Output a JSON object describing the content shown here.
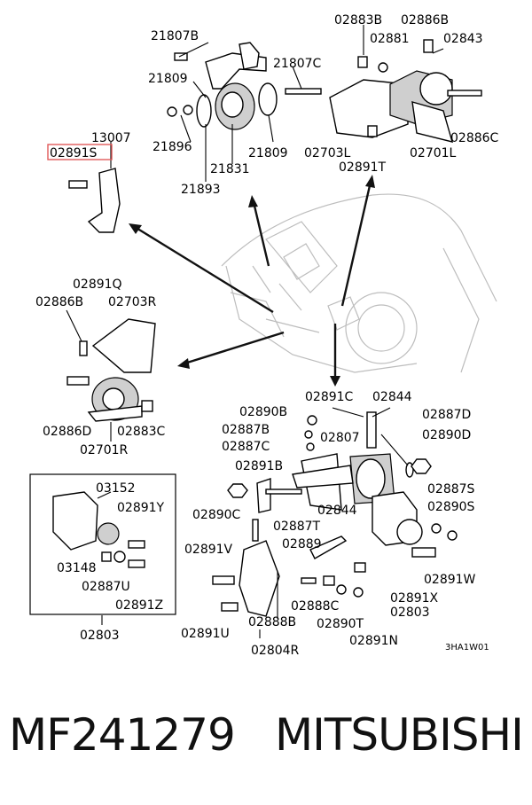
{
  "labels": {
    "l21807B": "21807B",
    "l21807C": "21807C",
    "l21809a": "21809",
    "l21809b": "21809",
    "l21896": "21896",
    "l21831": "21831",
    "l21893": "21893",
    "l13007": "13007",
    "l02891S": "02891S",
    "l02883B": "02883B",
    "l02886B_top": "02886B",
    "l02881": "02881",
    "l02843": "02843",
    "l02886C": "02886C",
    "l02703L": "02703L",
    "l02891T": "02891T",
    "l02701L": "02701L",
    "l02891Q": "02891Q",
    "l02886B_left": "02886B",
    "l02703R": "02703R",
    "l02886D": "02886D",
    "l02883C": "02883C",
    "l02701R": "02701R",
    "l02891C": "02891C",
    "l02844a": "02844",
    "l02890B": "02890B",
    "l02887B": "02887B",
    "l02887C": "02887C",
    "l02807": "02807",
    "l02891B": "02891B",
    "l02887D": "02887D",
    "l02890D": "02890D",
    "l02890C": "02890C",
    "l02844b": "02844",
    "l02887S": "02887S",
    "l02890S": "02890S",
    "l02887T": "02887T",
    "l02889": "02889",
    "l02891V": "02891V",
    "l02891W": "02891W",
    "l02888C": "02888C",
    "l02891X": "02891X",
    "l02890T": "02890T",
    "l02803b": "02803",
    "l02891U": "02891U",
    "l02888B": "02888B",
    "l02891N": "02891N",
    "l02804R": "02804R",
    "l03152": "03152",
    "l02891Y": "02891Y",
    "l03148": "03148",
    "l02887U": "02887U",
    "l02891Z": "02891Z",
    "l02803a": "02803",
    "diagram_code": "3HA1W01"
  },
  "highlight": {
    "color": "#e05a5a"
  },
  "footer": {
    "part_number": "MF241279",
    "brand": "MITSUBISHI"
  }
}
